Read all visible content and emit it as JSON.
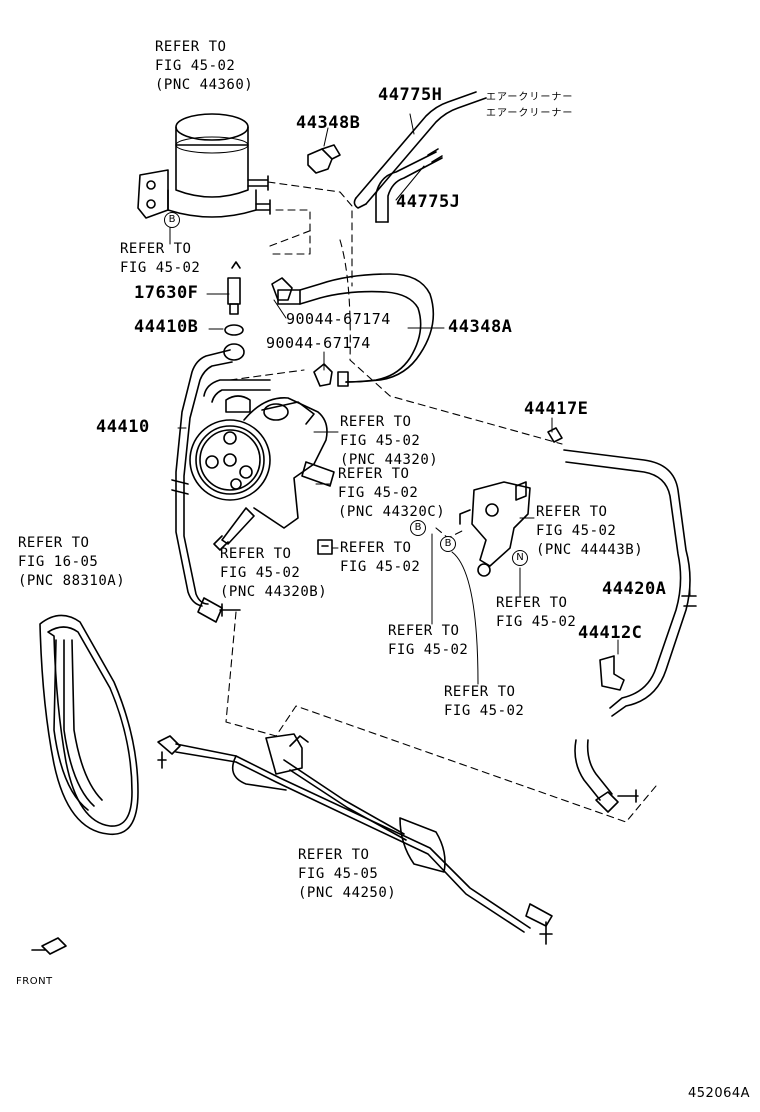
{
  "refs": {
    "reservoir": [
      "REFER TO",
      "FIG 45-02",
      "(PNC 44360)"
    ],
    "bracket_b": [
      "REFER TO",
      "FIG 45-02"
    ],
    "pump_a": [
      "REFER TO",
      "FIG 45-02",
      "(PNC 44320)"
    ],
    "pump_b": [
      "REFER TO",
      "FIG 45-02",
      "(PNC 44320C)"
    ],
    "bolt": [
      "REFER TO",
      "FIG 45-02",
      "(PNC 44320B)"
    ],
    "clip": [
      "REFER TO",
      "FIG 45-02"
    ],
    "bracket_n": [
      "REFER TO",
      "FIG 45-02",
      "(PNC 44443B)"
    ],
    "marker_b1": [
      "REFER TO",
      "FIG 45-02"
    ],
    "marker_b2": [
      "REFER TO",
      "FIG 45-02"
    ],
    "marker_n": [
      "REFER TO",
      "FIG 45-02"
    ],
    "belt": [
      "REFER TO",
      "FIG 16-05",
      "(PNC 88310A)"
    ],
    "gear": [
      "REFER TO",
      "FIG 45-05",
      "(PNC 44250)"
    ]
  },
  "parts": {
    "p44775H": "44775H",
    "p44348B": "44348B",
    "p44775J": "44775J",
    "p17630F": "17630F",
    "p44410B": "44410B",
    "p90044a": "90044-67174",
    "p90044b": "90044-67174",
    "p44348A": "44348A",
    "p44410": "44410",
    "p44417E": "44417E",
    "p44420A": "44420A",
    "p44412C": "44412C"
  },
  "japanese": {
    "air_cleaner_1": "エアークリーナー",
    "air_cleaner_2": "エアークリーナー"
  },
  "markers": {
    "b_top": "B",
    "b_mid": "B",
    "b_low": "B",
    "n": "N"
  },
  "front_label": "FRONT",
  "diagram_code": "452064A"
}
